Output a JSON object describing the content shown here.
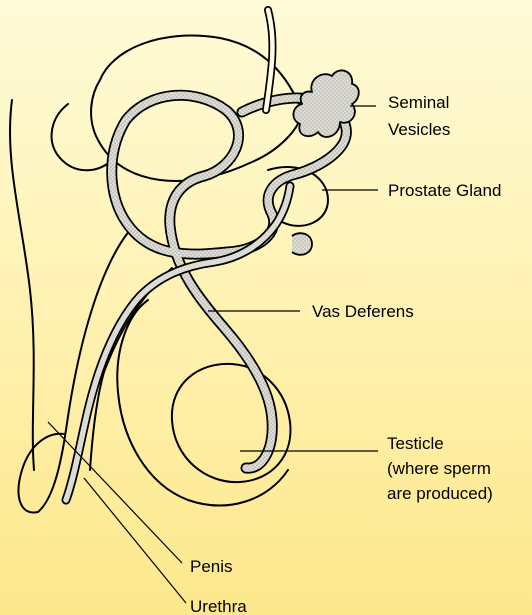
{
  "colors": {
    "background_top": "#fffbd8",
    "background_bottom": "#fde88c",
    "duct_fill": "#dcdcd4",
    "outline": "#000000"
  },
  "labels": {
    "seminal_vesicles": [
      "Seminal",
      "Vesicles"
    ],
    "prostate_gland": "Prostate Gland",
    "vas_deferens": "Vas Deferens",
    "testicle": [
      "Testicle",
      "(where sperm",
      "are produced)"
    ],
    "penis": "Penis",
    "urethra": "Urethra"
  }
}
